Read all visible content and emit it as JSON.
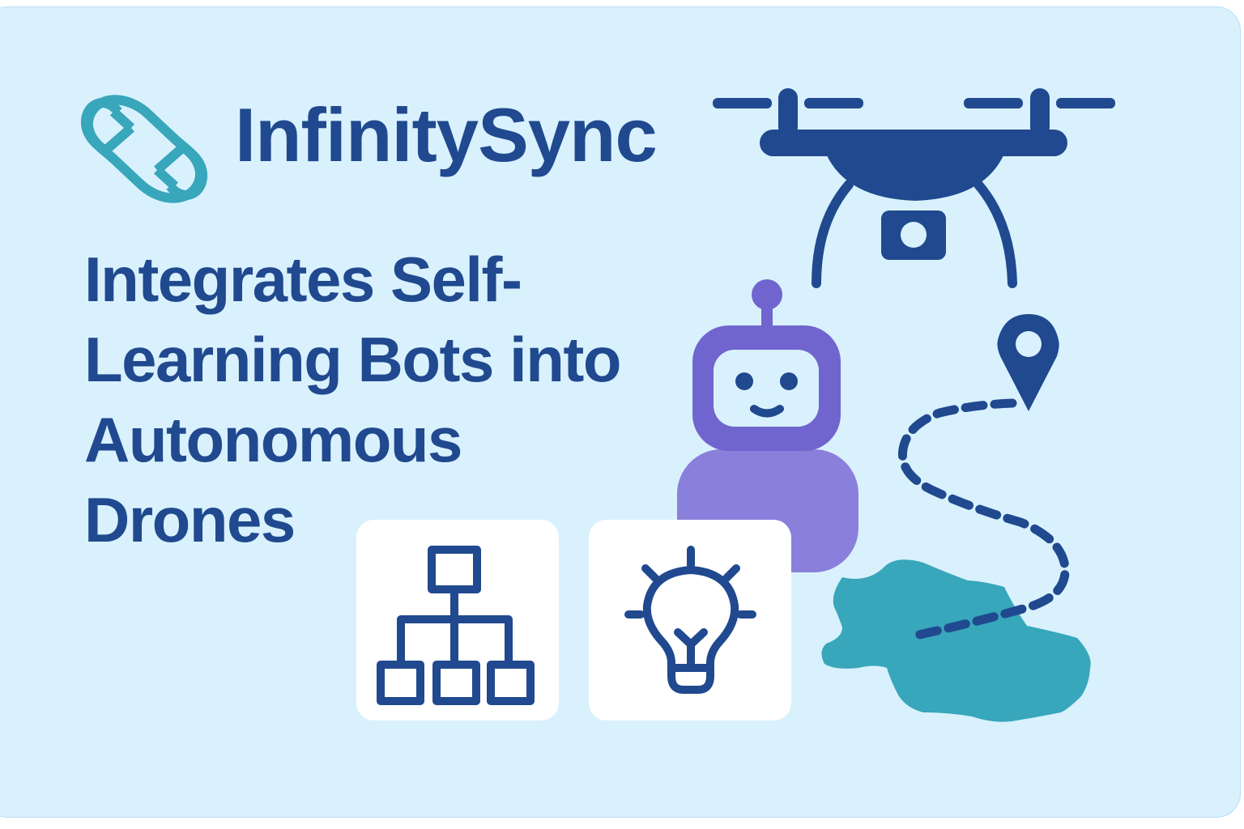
{
  "brand": {
    "name": "InfinitySync",
    "logo_icon": "infinity-knot-icon"
  },
  "headline": {
    "lines": [
      "Integrates Self-",
      "Learning Bots into",
      "Autonomous",
      "Drones"
    ]
  },
  "illustrations": {
    "drone": "drone-icon",
    "robot": "robot-icon",
    "location_pin": "location-pin-icon",
    "route": "dashed-route-path",
    "terrain": "terrain-blob",
    "tiles": [
      {
        "icon": "hierarchy-icon"
      },
      {
        "icon": "lightbulb-icon"
      }
    ]
  },
  "colors": {
    "background": "#d9f1fd",
    "navy": "#20498f",
    "teal": "#38a6bb",
    "purple_dark": "#7065cf",
    "purple_light": "#8a7fdb",
    "tile": "#ffffff"
  }
}
